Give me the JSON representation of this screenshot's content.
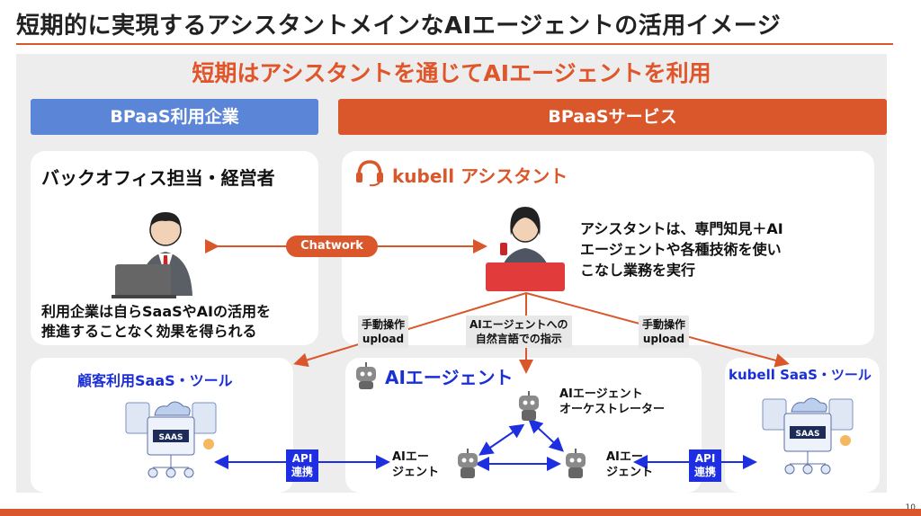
{
  "title": "短期的に実現するアシスタントメインなAIエージェントの活用イメージ",
  "subtitle": "短期はアシスタントを通じてAIエージェントを利用",
  "headers": {
    "left": "BPaaS利用企業",
    "right": "BPaaSサービス"
  },
  "user_card": {
    "title": "バックオフィス担当・経営者",
    "desc_line1": "利用企業は自らSaaSやAIの活用を",
    "desc_line2": "推進することなく効果を得られる"
  },
  "assistant_card": {
    "title": "kubell アシスタント",
    "desc_line1": "アシスタントは、専門知見＋AI",
    "desc_line2": "エージェントや各種技術を使い",
    "desc_line3": "こなし業務を実行"
  },
  "chatwork_label": "Chatwork",
  "manual_left": {
    "line1": "手動操作",
    "line2": "upload"
  },
  "manual_right": {
    "line1": "手動操作",
    "line2": "upload"
  },
  "instruction": {
    "line1": "AIエージェントへの",
    "line2": "自然言語での指示"
  },
  "saas_left_title": "顧客利用SaaS・ツール",
  "saas_right_title": "kubell SaaS・ツール",
  "saas_badge": "SAAS",
  "agent_card": {
    "title": "AIエージェント",
    "orchestrator_line1": "AIエージェント",
    "orchestrator_line2": "オーケストレーター",
    "agent_left_line1": "AIエー",
    "agent_left_line2": "ジェント",
    "agent_right_line1": "AIエー",
    "agent_right_line2": "ジェント"
  },
  "api_left": {
    "line1": "API",
    "line2": "連携"
  },
  "api_right": {
    "line1": "API",
    "line2": "連携"
  },
  "page_number": "10",
  "colors": {
    "accent": "#d9572b",
    "blue_header": "#5b85d6",
    "api_blue": "#1d2fe0"
  },
  "icons": [
    "headset-icon",
    "businessman-icon",
    "assistant-woman-icon",
    "robot-icon",
    "saas-dashboard-icon"
  ]
}
